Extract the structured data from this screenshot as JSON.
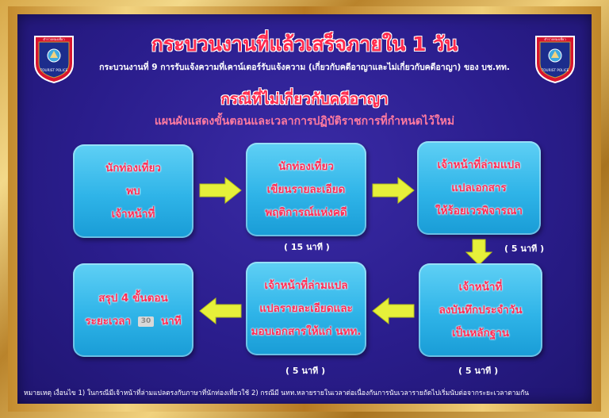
{
  "title": "กระบวนงานที่แล้วเสร็จภายใน 1 วัน",
  "subtitle": "กระบวนงานที่ 9 การรับแจ้งความที่เคาน์เตอร์รับแจ้งความ (เกี่ยวกับคดีอาญาและไม่เกี่ยวกับคดีอาญา) ของ บช.ทท.",
  "heading": "กรณีที่ไม่เกี่ยวกับคดีอาญา",
  "subheading": "แผนผังแสดงขั้นตอนและเวลาการปฏิบัติราชการที่กำหนดไว้ใหม่",
  "badge": {
    "top_text": "ตำรวจท่องเที่ยว",
    "bottom_text": "TOURIST POLICE"
  },
  "steps": [
    {
      "lines": [
        "นักท่องเที่ยว",
        "พบ",
        "เจ้าหน้าที่"
      ],
      "time": ""
    },
    {
      "lines": [
        "นักท่องเที่ยว",
        "เขียนรายละเอียด",
        "พฤติการณ์แห่งคดี"
      ],
      "time": "( 15 นาที )"
    },
    {
      "lines": [
        "เจ้าหน้าที่ล่ามแปล",
        "แปลเอกสาร",
        "ให้ร้อยเวรพิจารณา"
      ],
      "time": "( 5 นาที )"
    },
    {
      "lines": [
        "เจ้าหน้าที่",
        "ลงบันทึกประจำวัน",
        "เป็นหลักฐาน"
      ],
      "time": "( 5 นาที )"
    },
    {
      "lines": [
        "เจ้าหน้าที่ล่ามแปล",
        "แปลรายละเอียดและ",
        "มอบเอกสารให้แก่ นทท."
      ],
      "time": "( 5 นาที )"
    }
  ],
  "summary": {
    "line1": "สรุป 4 ขั้นตอน",
    "line2_prefix": "ระยะเวลา",
    "minutes": "30",
    "line2_suffix": "นาที"
  },
  "note": "หมายเหตุ เงื่อนไข 1) ในกรณีมีเจ้าหน้าที่ล่ามแปลตรงกับภาษาที่นักท่องเที่ยวใช้ 2) กรณีมี นทท.หลายรายในเวลาต่อเนื่องกันการนับเวลารายถัดไปเริ่มนับต่อจากระยะเวลาตามกัน",
  "colors": {
    "board": "#2a1d8c",
    "title": "#ff2a4e",
    "box": "#2fb4e8",
    "arrow": "#e6f03a",
    "frame": "#d4a445"
  }
}
